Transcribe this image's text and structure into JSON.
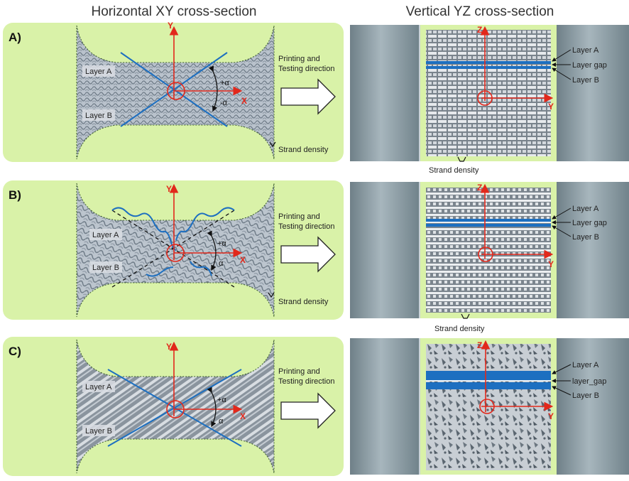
{
  "headers": {
    "left": "Horizontal XY cross-section",
    "right": "Vertical YZ cross-section"
  },
  "panels": [
    {
      "letter": "A)",
      "layer_a": "Layer A",
      "layer_b": "Layer B",
      "pos_angle": "+α",
      "neg_angle": "-α",
      "x_axis": "X",
      "y_axis": "Y",
      "direction_line1": "Printing and",
      "direction_line2": "Testing direction",
      "strand_density": "Strand density"
    },
    {
      "letter": "B)",
      "layer_a": "Layer A",
      "layer_b": "Layer B",
      "pos_angle": "+α",
      "neg_angle": "α",
      "x_axis": "X",
      "y_axis": "Y",
      "direction_line1": "Printing and",
      "direction_line2": "Testing direction",
      "strand_density": "Strand density"
    },
    {
      "letter": "C)",
      "layer_a": "Layer A",
      "layer_b": "Layer B",
      "pos_angle": "+α",
      "neg_angle": "α",
      "x_axis": "X",
      "y_axis": "Y",
      "direction_line1": "Printing and",
      "direction_line2": "Testing direction"
    }
  ],
  "yz_panels": [
    {
      "layer_a": "Layer A",
      "layer_gap": "Layer gap",
      "layer_b": "Layer B",
      "z_axis": "Z",
      "y_axis": "Y",
      "strand_density": "Strand density"
    },
    {
      "layer_a": "Layer A",
      "layer_gap": "Layer gap",
      "layer_b": "Layer B",
      "z_axis": "Z",
      "y_axis": "Y",
      "strand_density": "Strand density"
    },
    {
      "layer_a": "Layer A",
      "layer_gap": "layer_gap",
      "layer_b": "Layer B",
      "z_axis": "Z",
      "y_axis": "Y"
    }
  ],
  "colors": {
    "panel_bg": "#d9f2a8",
    "mesh": "#9aa5b0",
    "blue_line": "#1d6fc0",
    "axis_red": "#e2281b",
    "grip": "#7f9098"
  }
}
